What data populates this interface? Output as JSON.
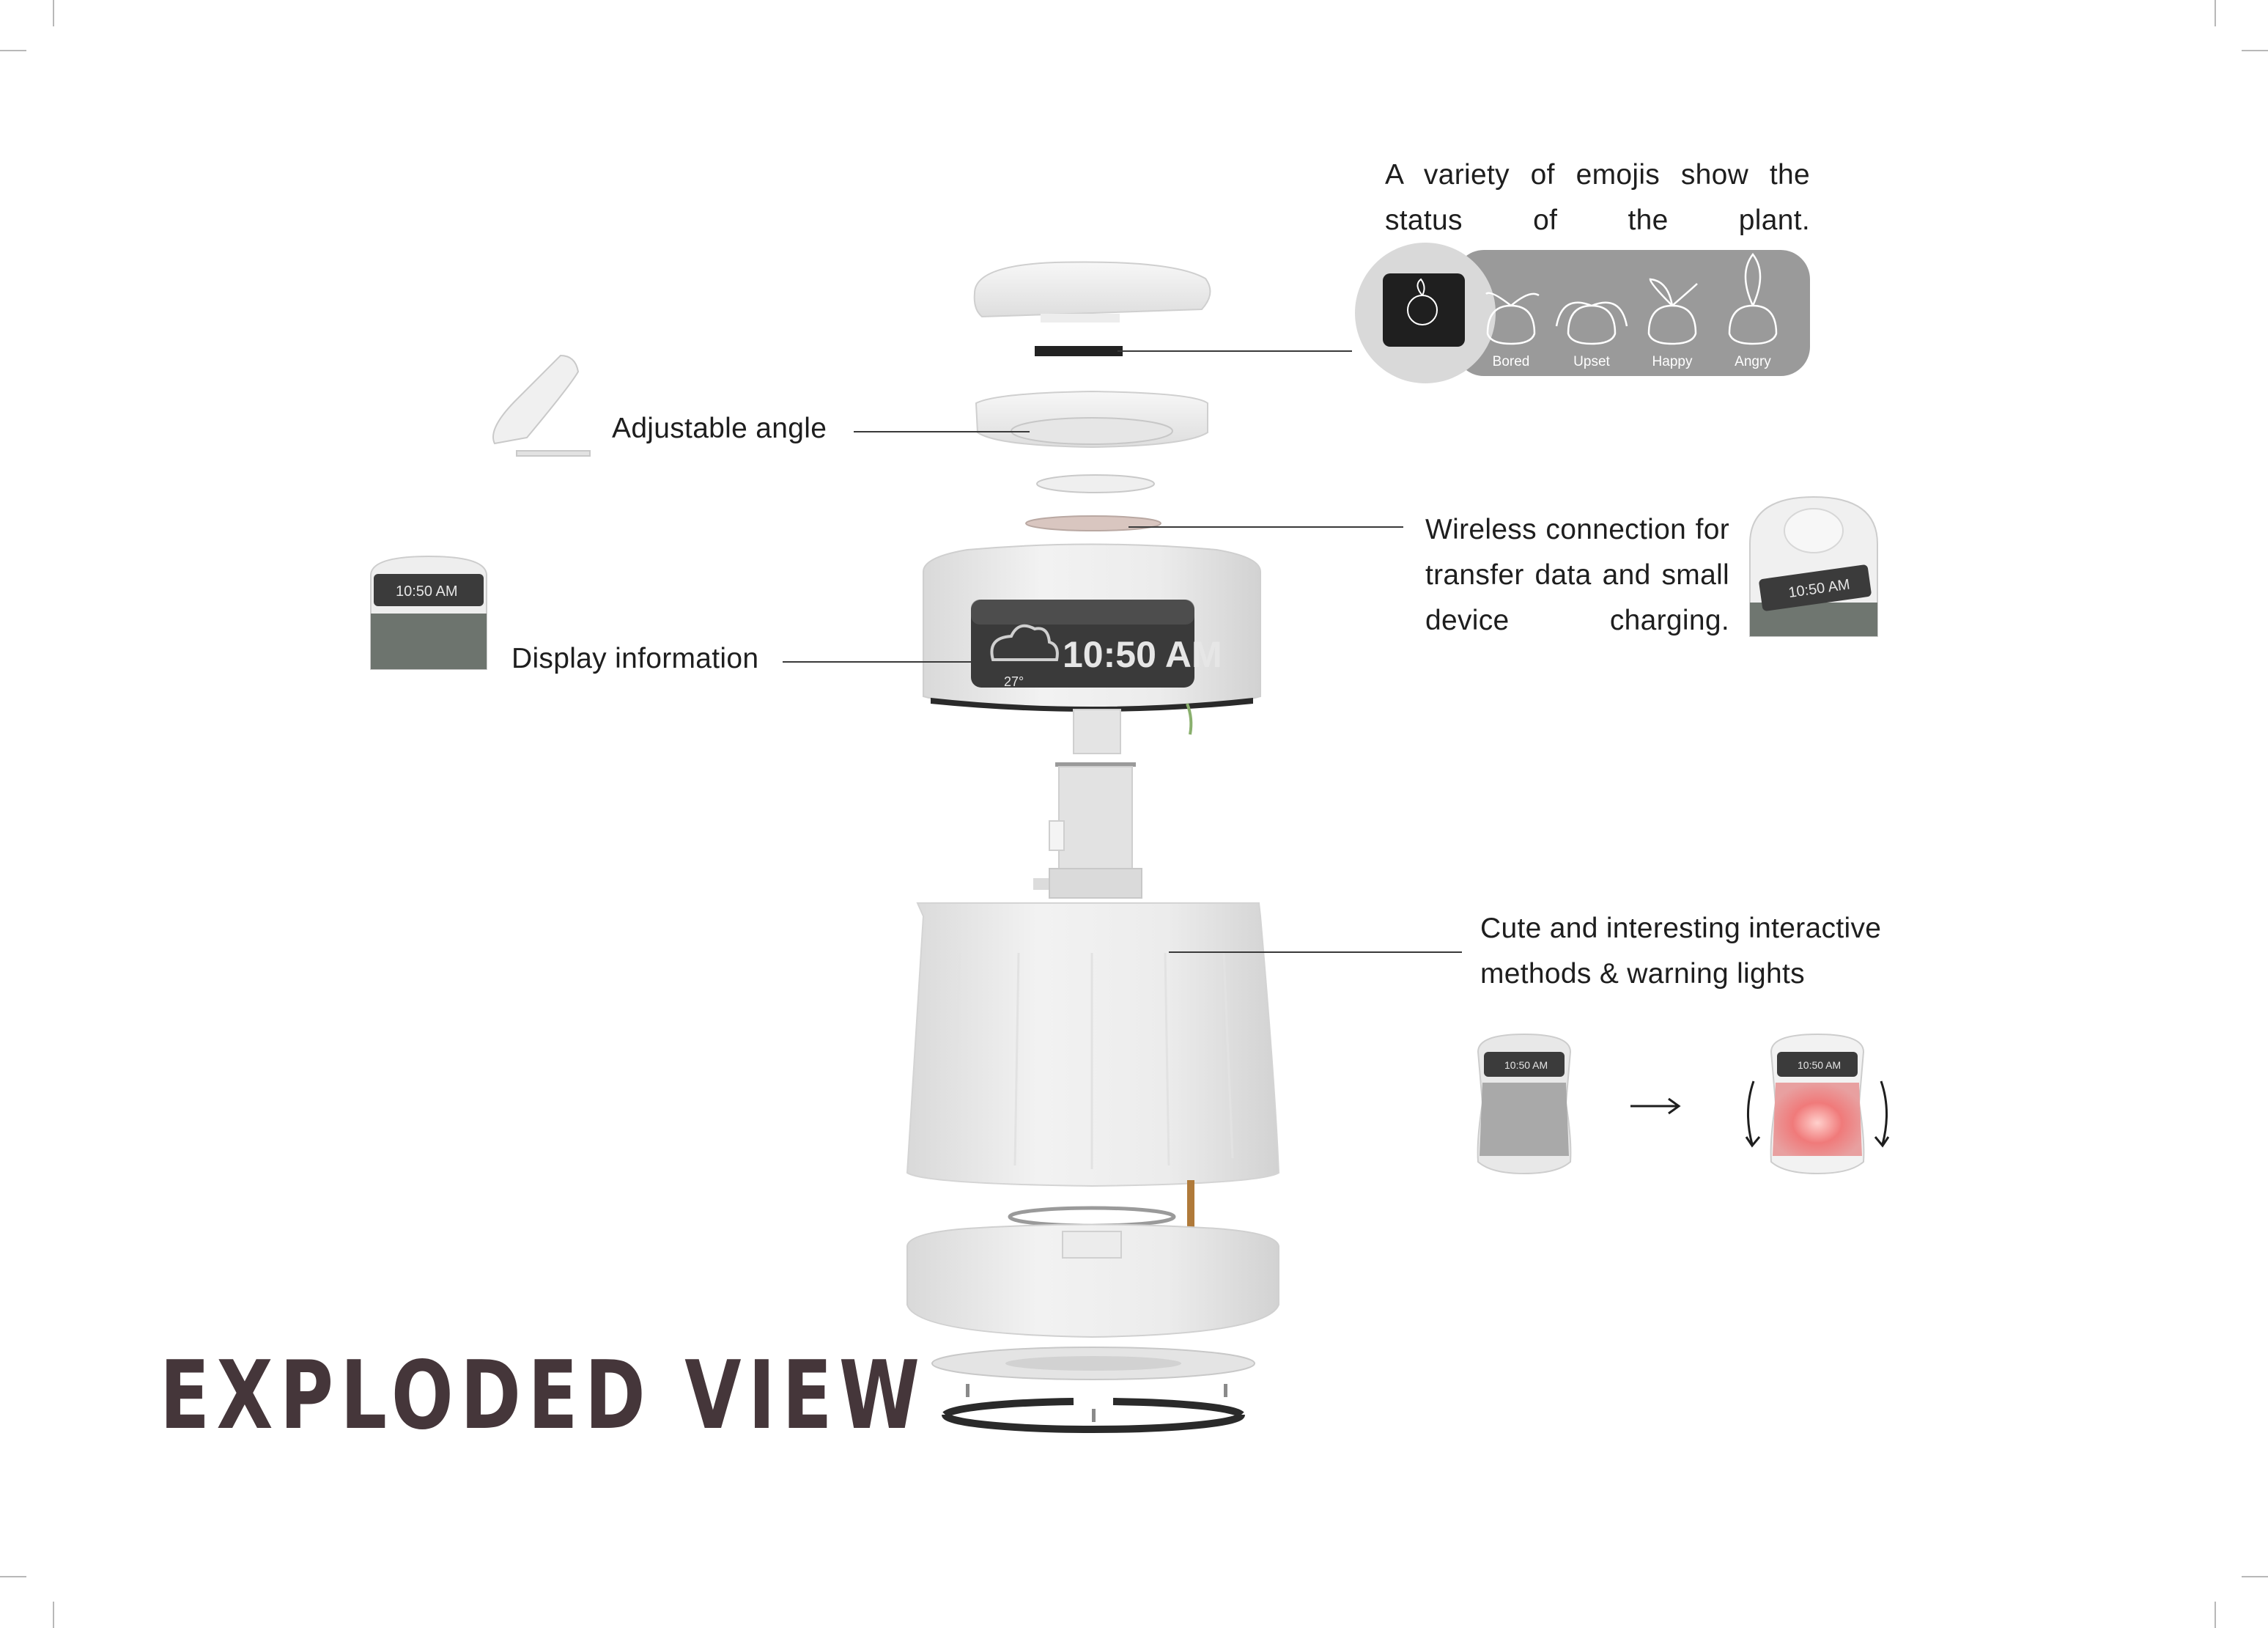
{
  "title": "EXPLODED VIEW",
  "callouts": {
    "emojis": "A variety of emojis show the status of the plant.",
    "angle": "Adjustable angle",
    "wireless": "Wireless connection for transfer data and small device charging.",
    "display": "Display information",
    "interactive": "Cute and interesting interactive methods & warning lights"
  },
  "emoji_states": [
    "Bored",
    "Upset",
    "Happy",
    "Angry"
  ],
  "screen_time": "10:50 AM",
  "screen_temp": "27°",
  "colors": {
    "title": "#45363a",
    "emoji_panel": "#9a9a9a",
    "warning_light": "#f07a7a"
  }
}
